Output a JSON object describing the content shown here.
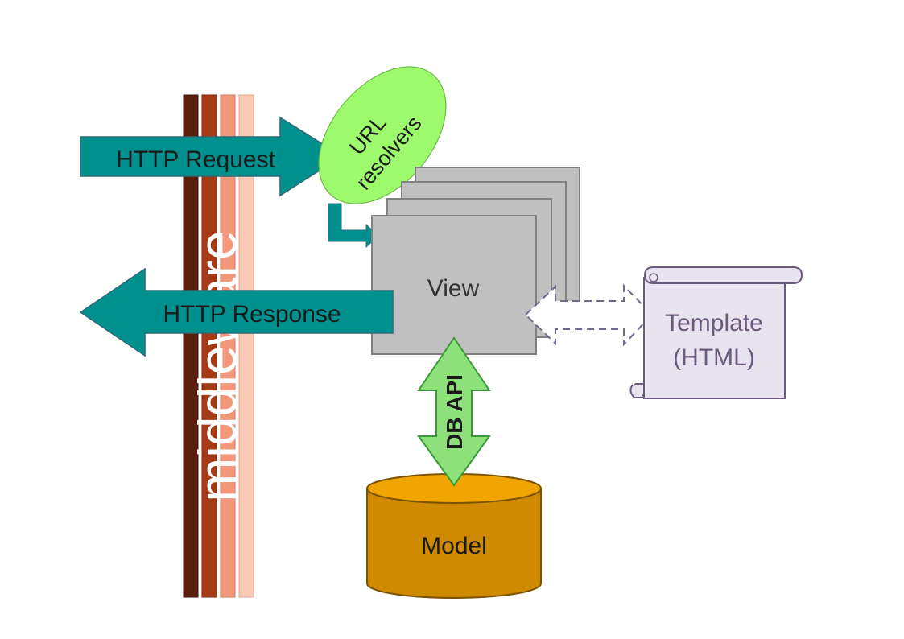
{
  "middleware": {
    "label": "middleware",
    "colors": [
      "#5c1e0c",
      "#a63a14",
      "#f2977a",
      "#f9cbb6"
    ]
  },
  "request": {
    "label": "HTTP Request",
    "color": "#00918f"
  },
  "response": {
    "label": "HTTP Response",
    "color": "#00918f"
  },
  "url_resolvers": {
    "line1": "URL",
    "line2": "resolvers",
    "color": "#9cfa6c"
  },
  "view": {
    "label": "View",
    "color": "#c0c0c0"
  },
  "db_api": {
    "label": "DB API",
    "color": "#8ee07a"
  },
  "model": {
    "label": "Model",
    "color": "#cf8a00"
  },
  "template": {
    "line1": "Template",
    "line2": "(HTML)",
    "color": "#e8e4ef",
    "text_color": "#6b5a7e"
  }
}
